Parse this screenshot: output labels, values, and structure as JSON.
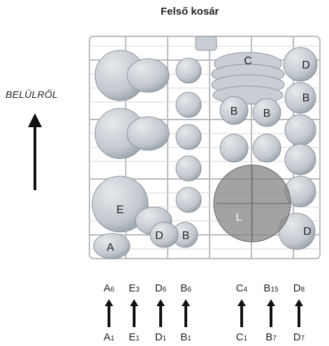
{
  "title": "Felső kosár",
  "side_label": "BELÜLRŐL",
  "basket_letters": {
    "c": "C",
    "d_top": "D",
    "b_right": "B",
    "b_mid1": "B",
    "b_mid2": "B",
    "e": "E",
    "a": "A",
    "d_bottom": "D",
    "b_bottom": "B",
    "l": "L",
    "d_right": "D"
  },
  "top_labels": [
    {
      "letter": "A",
      "sub": "6"
    },
    {
      "letter": "E",
      "sub": "3"
    },
    {
      "letter": "D",
      "sub": "6"
    },
    {
      "letter": "B",
      "sub": "6"
    },
    {
      "letter": "C",
      "sub": "4"
    },
    {
      "letter": "B",
      "sub": "15"
    },
    {
      "letter": "D",
      "sub": "8"
    }
  ],
  "bottom_labels": [
    {
      "letter": "A",
      "sub": "1"
    },
    {
      "letter": "E",
      "sub": "1"
    },
    {
      "letter": "D",
      "sub": "1"
    },
    {
      "letter": "B",
      "sub": "1"
    },
    {
      "letter": "C",
      "sub": "1"
    },
    {
      "letter": "B",
      "sub": "7"
    },
    {
      "letter": "D",
      "sub": "7"
    }
  ],
  "colors": {
    "dish": "#c9ced4",
    "dish_shadow": "#9aa3ab",
    "basket_wire": "#b8bcc0",
    "loader_circle": "#7f7f7f",
    "text": "#222222"
  }
}
